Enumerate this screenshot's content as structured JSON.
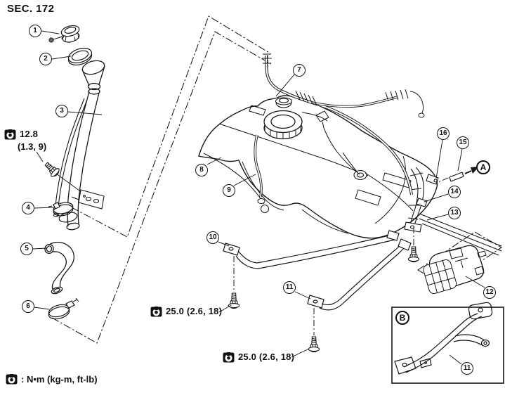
{
  "title": "SEC. 172",
  "callouts": {
    "c1": "1",
    "c2": "2",
    "c3": "3",
    "c4": "4",
    "c5": "5",
    "c6": "6",
    "c7": "7",
    "c8": "8",
    "c9": "9",
    "c10": "10",
    "c11": "11",
    "c12": "12",
    "c13": "13",
    "c14": "14",
    "c15": "15",
    "c16": "16",
    "c11_inset": "11"
  },
  "view_labels": {
    "a": "A",
    "b": "B"
  },
  "torque": {
    "filler_bracket_value": "12.8",
    "filler_bracket_alt": "(1.3, 9)",
    "strap_front": "25.0 (2.6, 18)",
    "strap_rear": "25.0 (2.6, 18)"
  },
  "legend_text": ": N•m (kg-m, ft-lb)",
  "colors": {
    "line": "#161616",
    "background": "#ffffff"
  }
}
